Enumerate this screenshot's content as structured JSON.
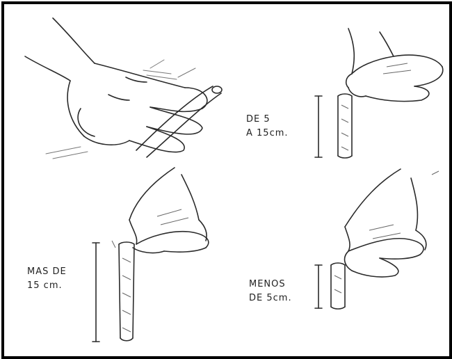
{
  "colors": {
    "ink": "#2a2a2a",
    "shade": "#555555",
    "border": "#000000",
    "background": "#ffffff"
  },
  "panels": [
    {
      "name": "rolling",
      "lines": []
    },
    {
      "name": "medium-thread",
      "lines": [
        "DE 5",
        "A 15cm."
      ]
    },
    {
      "name": "long-thread",
      "lines": [
        "MAS DE",
        "15 cm."
      ]
    },
    {
      "name": "short-thread",
      "lines": [
        "MENOS",
        "DE 5cm."
      ]
    }
  ]
}
